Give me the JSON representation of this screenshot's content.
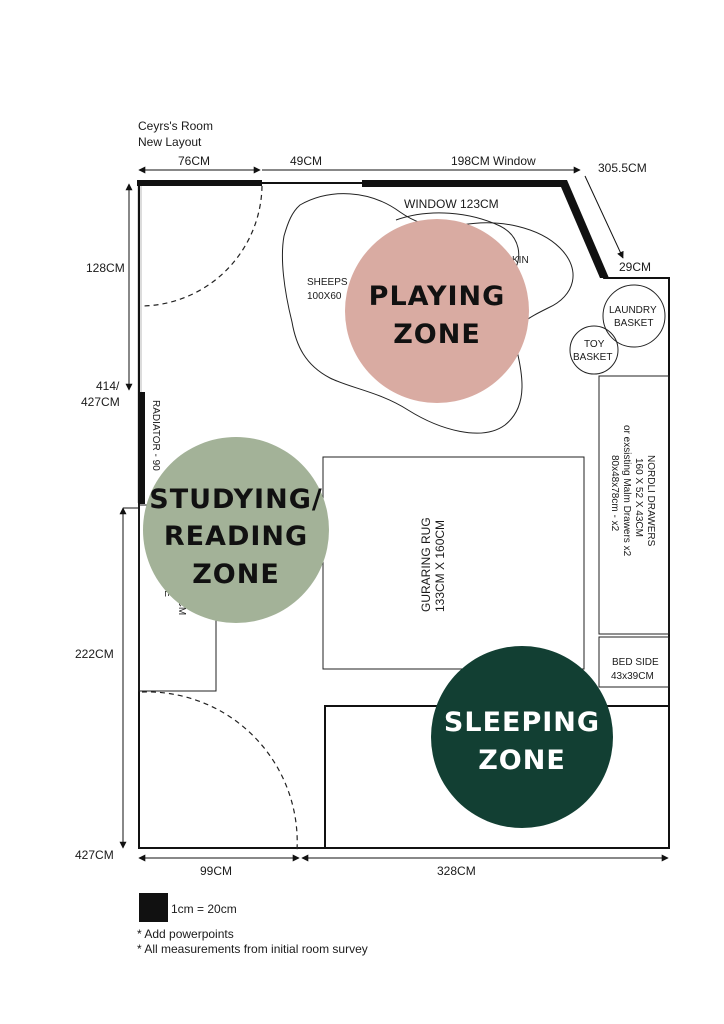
{
  "title": {
    "line1": "Ceyrs's Room",
    "line2": "New Layout"
  },
  "dimensions": {
    "top_left": "76CM",
    "top_mid": "49CM",
    "top_window": "198CM Window",
    "top_right": "305.5CM",
    "right_small": "29CM",
    "left_upper": "128CM",
    "left_total_1": "414/",
    "left_total_2": "427CM",
    "left_lower": "222CM",
    "left_bottom": "427CM",
    "bottom_left": "99CM",
    "bottom_right": "328CM"
  },
  "furniture": {
    "window": "WINDOW 123CM",
    "sheepskin_1": "SHEEPS",
    "sheepskin_2": "100X60",
    "skin_partial": "KIN",
    "laundry_1": "LAUNDRY",
    "laundry_2": "BASKET",
    "toy_1": "TOY",
    "toy_2": "BASKET",
    "drawers_1": "NORDLI DRAWERS",
    "drawers_2": "160 X 52 X 43CM",
    "drawers_3": "or exsisting Malm Drawers x2",
    "drawers_4": "80x48x78cm - x2",
    "rug_1": "GURARING RUG",
    "rug_2": "133CM X 160CM",
    "radiator": "RADIATOR - 90",
    "desk_1": "DE",
    "desk_2": "150CM",
    "bedside_1": "BED SIDE",
    "bedside_2": "43x39CM"
  },
  "zones": {
    "playing_1": "PLAYING",
    "playing_2": "ZONE",
    "studying_1": "STUDYING/",
    "studying_2": "READING",
    "studying_3": "ZONE",
    "sleeping_1": "SLEEPING",
    "sleeping_2": "ZONE"
  },
  "colors": {
    "playing": "#d9aba2",
    "studying": "#a3b298",
    "sleeping": "#123f33"
  },
  "legend": {
    "scale": "1cm = 20cm",
    "note_1": "* Add powerpoints",
    "note_2": "* All measurements from initial room survey"
  }
}
